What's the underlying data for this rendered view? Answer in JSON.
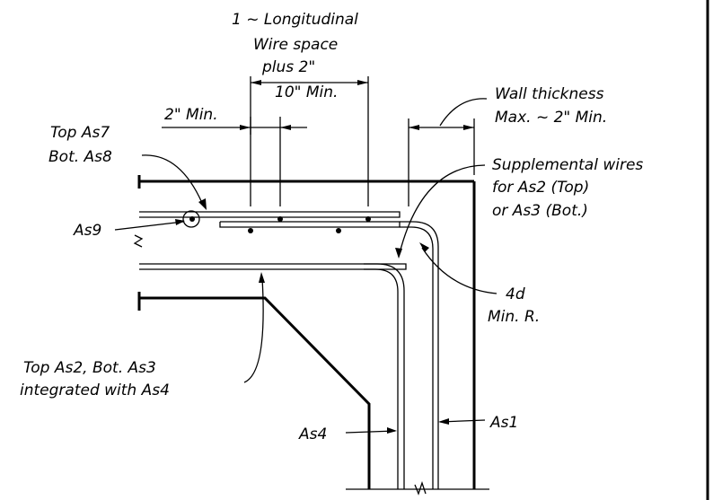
{
  "labels": {
    "longitudinal_line1": "1 ~ Longitudinal",
    "longitudinal_line2": "Wire space",
    "longitudinal_line3": "plus 2\"",
    "ten_min": "10\" Min.",
    "two_min": "2\" Min.",
    "top_as7": "Top As7",
    "bot_as8": "Bot. As8",
    "as9": "As9",
    "wall_thickness_line1": "Wall thickness",
    "wall_thickness_line2": "Max. ~ 2\" Min.",
    "supplemental_line1": "Supplemental wires",
    "supplemental_line2": "for As2 (Top)",
    "supplemental_line3": "or As3 (Bot.)",
    "four_d": "4d",
    "min_r": "Min. R.",
    "top_as2_line1": "Top As2, Bot. As3",
    "top_as2_line2": "integrated with As4",
    "as4": "As4",
    "as1": "As1"
  }
}
